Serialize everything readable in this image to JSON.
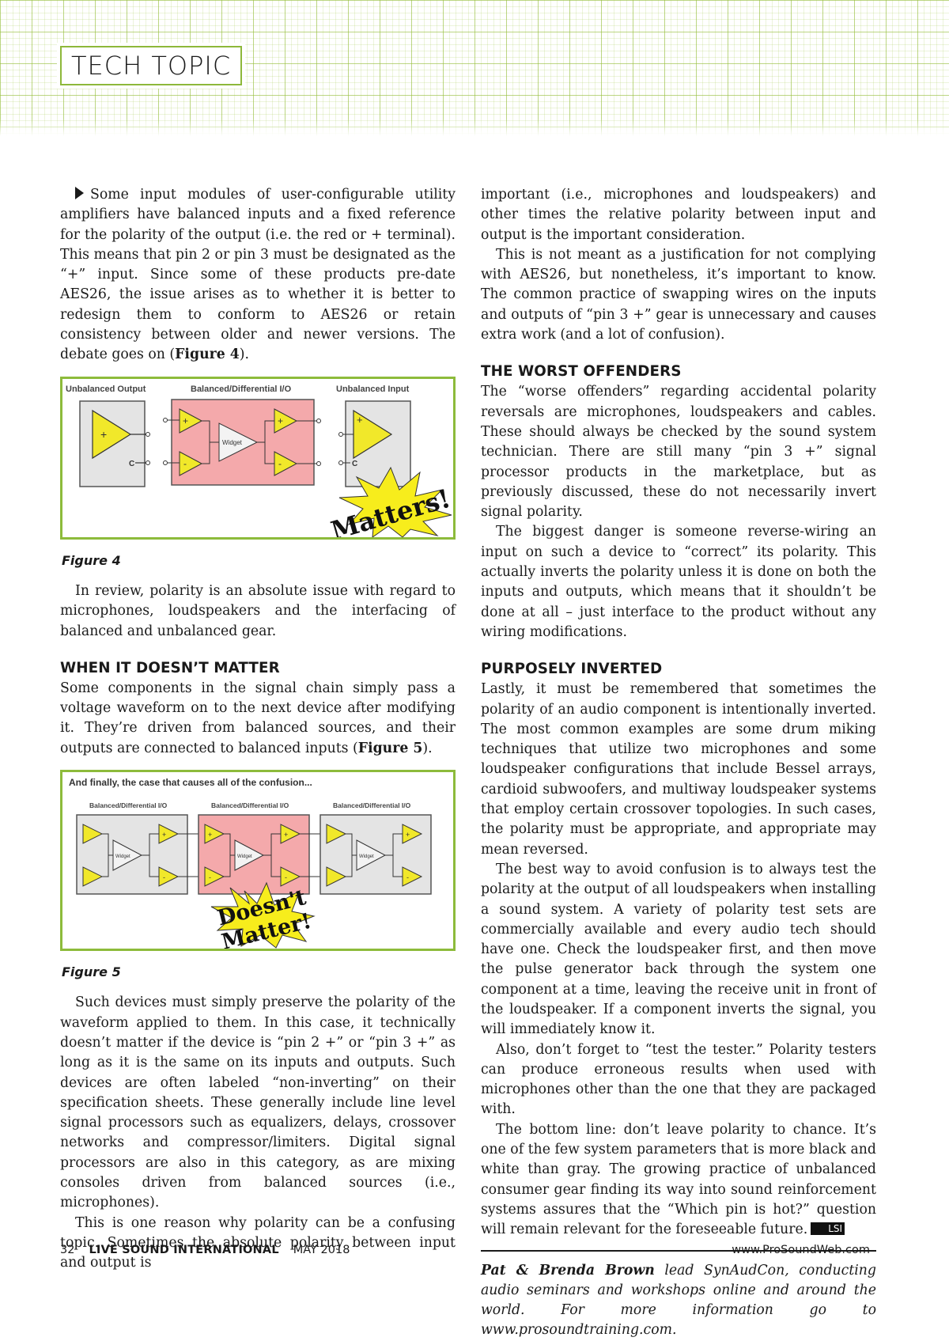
{
  "header": {
    "section_label": "TECH TOPIC"
  },
  "left_column": {
    "p1_a": "Some input modules of user-configurable utility amplifiers have balanced inputs and a fixed reference for the polarity of the output (i.e. the red or + terminal). This means that pin 2 or pin 3 must be designated as the “+” input. Since some of these products pre-date AES26, the issue arises as to whether it is better to redesign them to conform to AES26 or retain consistency between older and newer versions. The debate goes on (",
    "p1_fig": "Figure 4",
    "p1_end": ").",
    "figure4": {
      "label_unbalanced_output": "Unbalanced Output",
      "label_balanced_io": "Balanced/Differential I/O",
      "label_unbalanced_input": "Unbalanced Input",
      "amp_plus": "+",
      "amp_minus": "-",
      "terminal_c": "C",
      "widget": "Widget",
      "starburst": "Matters!"
    },
    "fig4_caption": "Figure 4",
    "p2": "In review, polarity is an absolute issue with regard to microphones, loudspeakers and the interfacing of balanced and unbalanced gear.",
    "h_when": "WHEN IT DOESN’T MATTER",
    "p3_a": "Some components in the signal chain simply pass a voltage waveform on to the next device after modifying it. They’re driven from balanced sources, and their outputs are connected to balanced inputs (",
    "p3_fig": "Figure 5",
    "p3_end": ").",
    "figure5": {
      "title": "And finally, the case that causes all of the confusion...",
      "label_balanced_io": "Balanced/Differential I/O",
      "widget": "Widget",
      "amp_plus": "+",
      "amp_minus": "-",
      "starburst_line1": "Doesn't",
      "starburst_line2": "Matter!"
    },
    "fig5_caption": "Figure 5",
    "p4": "Such devices must simply preserve the polarity of the waveform applied to them. In this case, it technically doesn’t matter if the device is “pin 2 +” or “pin 3 +” as long as it is the same on its inputs and outputs. Such devices are often labeled “non-inverting” on their specification sheets. These generally include line level signal processors such as equalizers, delays, crossover networks and compressor/limiters. Digital signal processors are also in this category, as are mixing consoles driven from balanced sources (i.e., microphones).",
    "p5": "This is one reason why polarity can be a confusing topic. Sometimes the absolute polarity between input and output is"
  },
  "right_column": {
    "p1": "important (i.e., microphones and loudspeakers) and other times the relative polarity between input and output is the important consideration.",
    "p2": "This is not meant as a justification for not complying with AES26, but nonetheless, it’s important to know. The common practice of swapping wires on the inputs and outputs of “pin 3 +” gear is unnecessary and causes extra work (and a lot of confusion).",
    "h_worst": "THE WORST OFFENDERS",
    "p3": "The “worse offenders” regarding accidental polarity reversals are microphones, loudspeakers and cables. These should always be checked by the sound system technician. There are still many “pin 3 +” signal processor products in the marketplace, but as previously discussed, these do not necessarily invert signal polarity.",
    "p4": "The biggest danger is someone reverse-wiring an input on such a device to “correct” its polarity. This actually inverts the polarity unless it is done on both the inputs and outputs, which means that it shouldn’t be done at all – just interface to the product without any wiring modifications.",
    "h_purposely": "PURPOSELY INVERTED",
    "p5": "Lastly, it must be remembered that sometimes the polarity of an audio component is intentionally inverted. The most common examples are some drum miking techniques that utilize two microphones and some loudspeaker configurations that include Bessel arrays, cardioid subwoofers, and multiway loudspeaker systems that employ certain crossover topologies. In such cases, the polarity must be appropriate, and appropriate may mean reversed.",
    "p6": "The best way to avoid confusion is to always test the polarity at the output of all loudspeakers when installing a sound system. A variety of polarity test sets are commercially available and every audio tech should have one. Check the loudspeaker first, and then move the pulse generator back through the system one component at a time, leaving the receive unit in front of the loudspeaker. If a component inverts the signal, you will immediately know it.",
    "p7": "Also, don’t forget to “test the tester.” Polarity testers can produce erroneous results when used with microphones other than the one that they are packaged with.",
    "p8": "The bottom line: don’t leave polarity to chance. It’s one of the few system parameters that is more black and white than gray. The growing practice of unbalanced consumer gear finding its way into sound reinforcement systems assures that the “Which pin is hot?” question will remain relevant for the foreseeable future.",
    "end_badge": "LSI",
    "bio_names": "Pat & Brenda Brown",
    "bio_text": " lead SynAudCon, conducting audio seminars and workshops online and around the world. For more information go to www.prosoundtraining.com."
  },
  "footer": {
    "page_number": "32",
    "magazine": "LIVE SOUND INTERNATIONAL",
    "issue": "MAY 2018",
    "website": "www.ProSoundWeb.com"
  }
}
